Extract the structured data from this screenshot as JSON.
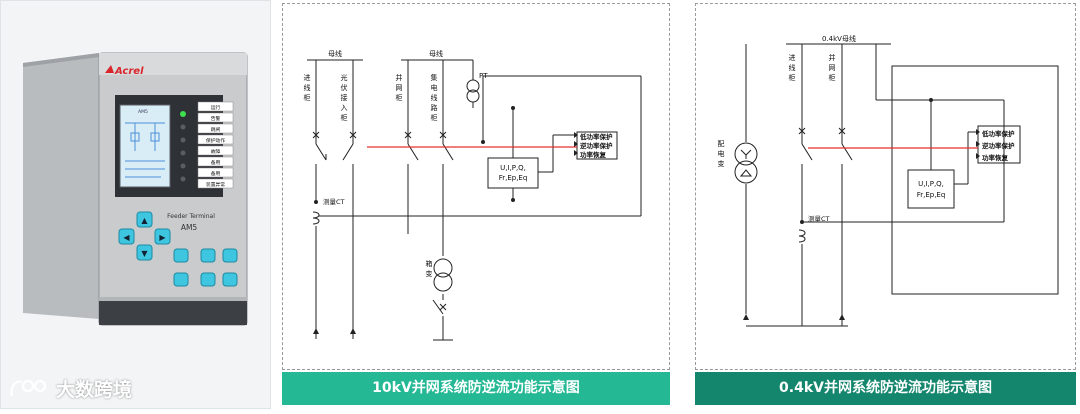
{
  "device": {
    "brand": "Acrel",
    "model_line1": "Feeder Terminal",
    "model_line2": "AM5",
    "leds": [
      "运行",
      "告警",
      "跳闸",
      "保护动作",
      "故障",
      "备用",
      "备用",
      "装置异常"
    ],
    "screen_label": "AM5"
  },
  "watermark": {
    "text": "大数跨境"
  },
  "diagram10": {
    "caption": "10kV并网系统防逆流功能示意图",
    "bus_left": "母线",
    "bus_right": "母线",
    "feeder_in": "进线柜",
    "feeder_pv": "光伏接入柜",
    "feeder_grid": "并网柜",
    "feeder_collect": "集电线路柜",
    "pt": "PT",
    "ct": "测量CT",
    "meas": [
      "U,I,P,Q,",
      "Fr,Ep,Eq"
    ],
    "prot": [
      "低功率保护",
      "逆功率保护",
      "功率恢复"
    ],
    "transformer": "箱变"
  },
  "diagram04": {
    "caption": "0.4kV并网系统防逆流功能示意图",
    "bus": "0.4kV母线",
    "feeder_in": "进线柜",
    "feeder_grid": "并网柜",
    "transformer": "配电变",
    "ct": "测量CT",
    "meas": [
      "U,I,P,Q,",
      "Fr,Ep,Eq"
    ],
    "prot": [
      "低功率保护",
      "逆功率保护",
      "功率恢复"
    ]
  },
  "colors": {
    "caption_10kv": "#24b894",
    "caption_04kv": "#14866d",
    "trip_line": "#e5302d",
    "device_body": "#c6c8ca",
    "key_cyan": "#3ec6e0"
  }
}
